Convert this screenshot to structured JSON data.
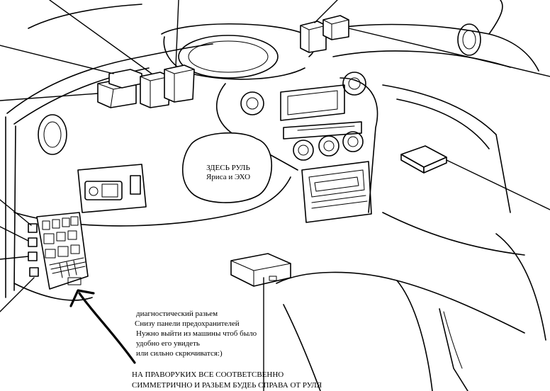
{
  "wheel_note": {
    "line1": "ЗДЕСЬ РУЛЬ",
    "line2": "Яриса и ЭХО"
  },
  "diag_note": {
    "line1": "диагностический разьем",
    "line2": "Снизу панели предохранителей",
    "line3": "Нужно выйти из машины чтоб было",
    "line4": "удобно его увидеть",
    "line5": "или сильно скрючиватся:)"
  },
  "rhd_note": {
    "line1": "НА ПРАВОРУКИХ ВСЕ СООТВЕТСВЕННО",
    "line2": "СИММЕТРИЧНО И РАЗЬЕМ БУДЕЬ СПРАВА ОТ РУЛЯ"
  }
}
